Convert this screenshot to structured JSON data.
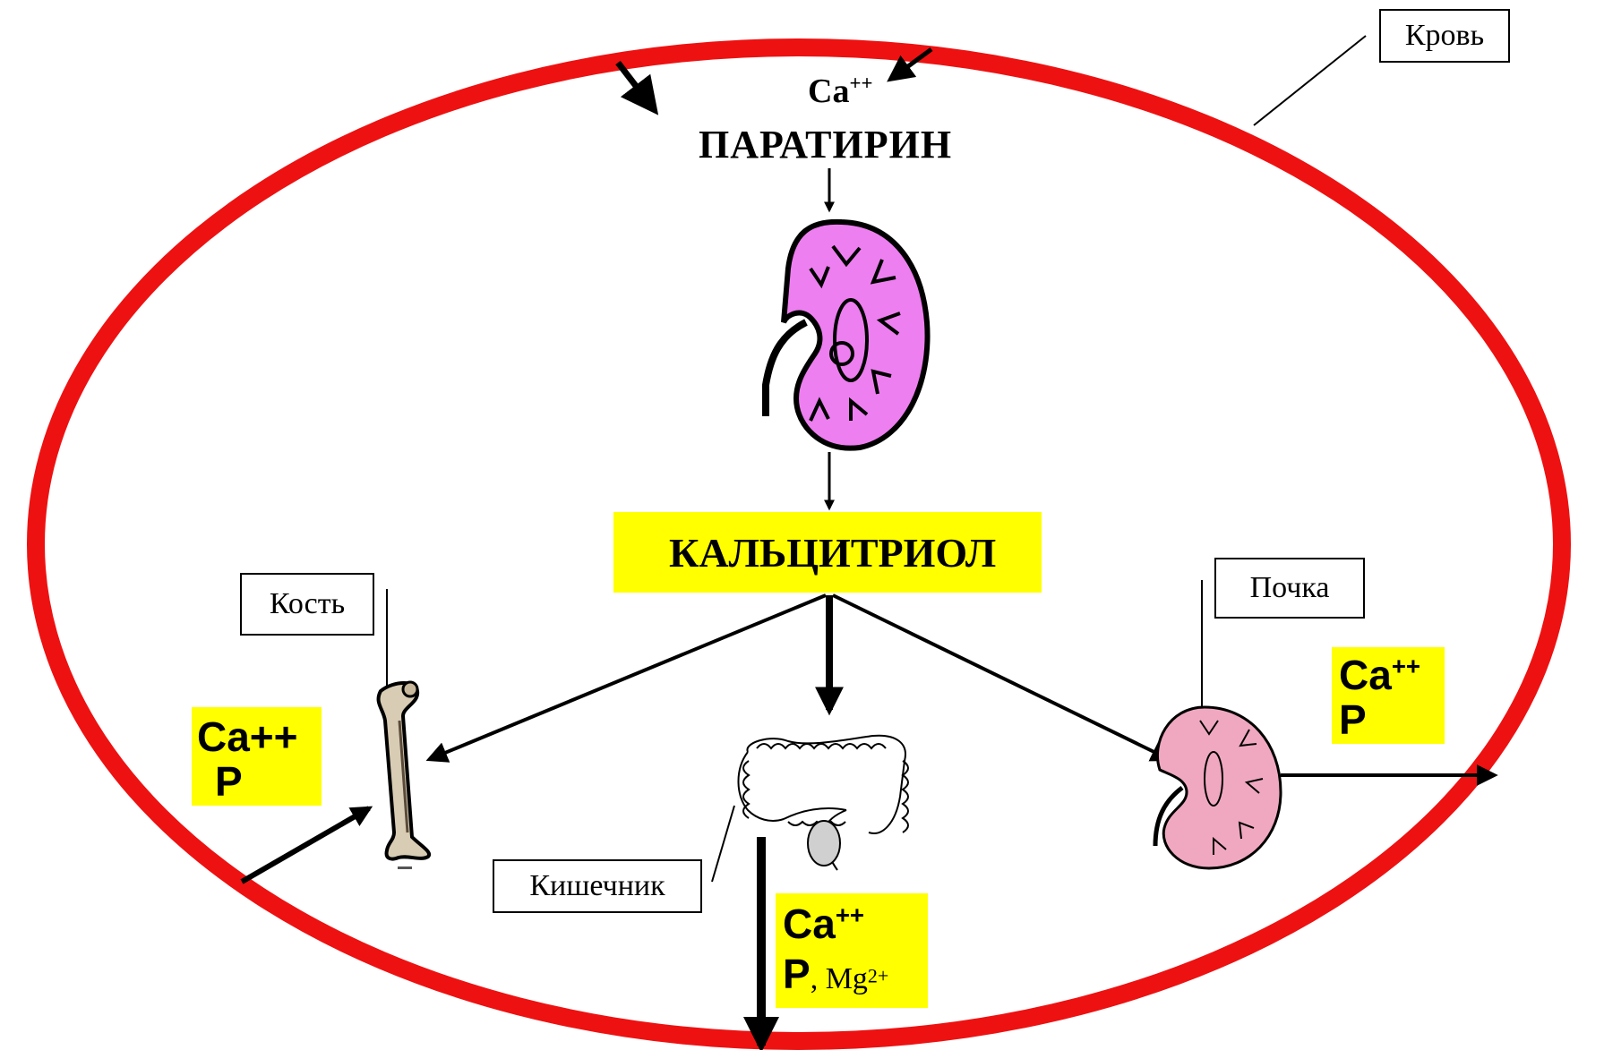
{
  "diagram": {
    "blood_label": "Кровь",
    "ca_top": "Ca",
    "ca_top_sup": "++",
    "paratyrin": "ПАРАТИРИН",
    "calcitriol": "КАЛЬЦИТРИОЛ",
    "bone_label": "Кость",
    "intestine_label": "Кишечник",
    "kidney_label": "Почка",
    "bone_box": {
      "line1": "Ca++",
      "line2": "P"
    },
    "intestine_box": {
      "ca": "Ca",
      "ca_sup": "++",
      "p": "P",
      "mg": ", Mg",
      "mg_sup": "2+"
    },
    "kidney_box": {
      "ca": "Ca",
      "ca_sup": "++",
      "p": "P"
    }
  },
  "colors": {
    "blood_ring": "#ee1111",
    "highlight": "#ffff00",
    "kidney_main": "#ee7ff0",
    "kidney_small": "#f0a8c0",
    "ink": "#000000"
  },
  "icons": [
    "kidney-icon",
    "kidney-small-icon",
    "bone-icon",
    "intestine-icon"
  ]
}
